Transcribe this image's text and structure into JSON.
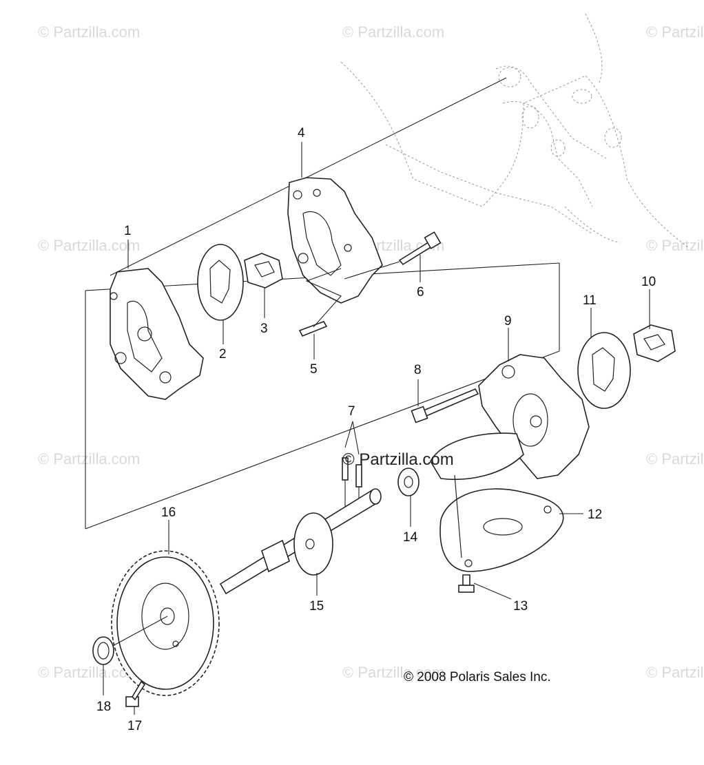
{
  "watermark": "© Partzilla.com",
  "center_watermark": "© Partzilla.com",
  "copyright": "© 2008 Polaris Sales Inc.",
  "callouts": {
    "c1": "1",
    "c2": "2",
    "c3": "3",
    "c4": "4",
    "c5": "5",
    "c6": "6",
    "c7": "7",
    "c8": "8",
    "c9": "9",
    "c10": "10",
    "c11": "11",
    "c12": "12",
    "c13": "13",
    "c14": "14",
    "c15": "15",
    "c16": "16",
    "c17": "17",
    "c18": "18"
  }
}
